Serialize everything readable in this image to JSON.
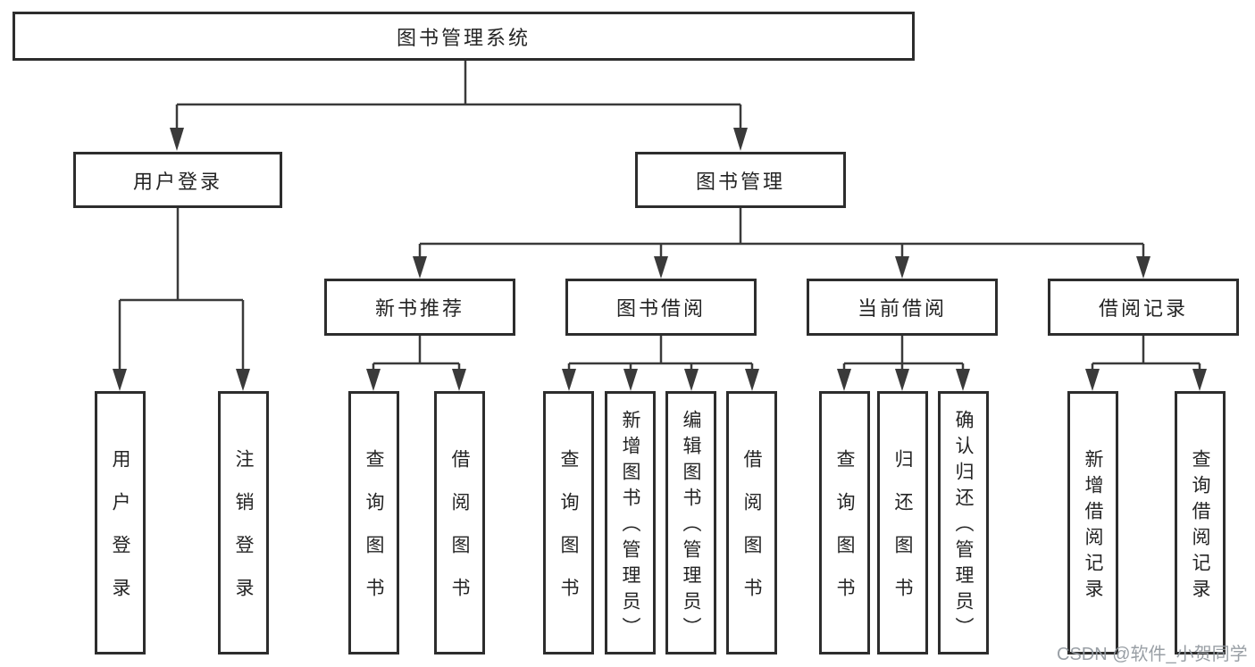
{
  "page": {
    "background": "#ffffff"
  },
  "colors": {
    "box_border": "#2d2d2d",
    "connector_line": "#3a3a3a",
    "text": "#242424",
    "watermark": "#949aa0"
  },
  "watermark": {
    "label": "CSDN @软件_小贺同学"
  },
  "tree": {
    "root": {
      "label": "图书管理系统"
    },
    "level2": [
      {
        "label": "用户登录"
      },
      {
        "label": "图书管理"
      }
    ],
    "level3": [
      {
        "label": "新书推荐"
      },
      {
        "label": "图书借阅"
      },
      {
        "label": "当前借阅"
      },
      {
        "label": "借阅记录"
      }
    ],
    "leaves": {
      "user_login": [
        {
          "label": "用户登录"
        },
        {
          "label": "注销登录"
        }
      ],
      "new_book_recommend": [
        {
          "label": "查询图书"
        },
        {
          "label": "借阅图书"
        }
      ],
      "book_borrow": [
        {
          "label": "查询图书"
        },
        {
          "label": "新增图书（管理员）"
        },
        {
          "label": "编辑图书（管理员）"
        },
        {
          "label": "借阅图书"
        }
      ],
      "current_borrow": [
        {
          "label": "查询图书"
        },
        {
          "label": "归还图书"
        },
        {
          "label": "确认归还（管理员）"
        }
      ],
      "borrow_record": [
        {
          "label": "新增借阅记录"
        },
        {
          "label": "查询借阅记录"
        }
      ]
    }
  }
}
